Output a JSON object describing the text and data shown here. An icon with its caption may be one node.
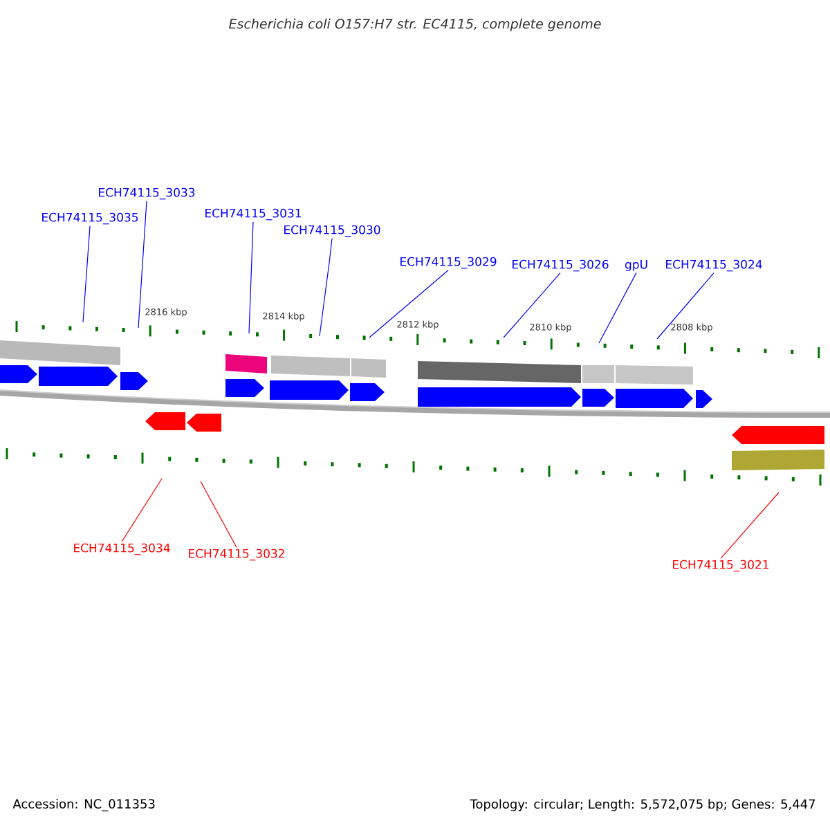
{
  "diagram": {
    "title": "Escherichia coli O157:H7 str. EC4115, complete genome",
    "nodes": [
      {
        "text": [
          "ECH74115_3035"
        ]
      },
      {
        "text": [
          "ECH74115_3033"
        ]
      },
      {
        "text": [
          "ECH74115_3031"
        ]
      },
      {
        "text": [
          "ECH74115_3030"
        ]
      },
      {
        "text": [
          "ECH74115_3029"
        ]
      },
      {
        "text": [
          "ECH74115_3026"
        ]
      },
      {
        "text": [
          "gpU"
        ]
      },
      {
        "text": [
          "ECH74115_3024"
        ]
      },
      {
        "text": [
          "ECH74115_3034"
        ]
      },
      {
        "text": [
          "ECH74115_3032"
        ]
      },
      {
        "text": [
          "ECH74115_3021"
        ]
      }
    ],
    "edges": [
      {
        "from": 0,
        "to": null,
        "arrow": "none"
      },
      {
        "from": 1,
        "to": null,
        "arrow": "none"
      },
      {
        "from": 2,
        "to": null,
        "arrow": "none"
      },
      {
        "from": 3,
        "to": null,
        "arrow": "none"
      },
      {
        "from": 4,
        "to": null,
        "arrow": "none"
      },
      {
        "from": 5,
        "to": null,
        "arrow": "none"
      },
      {
        "from": 6,
        "to": null,
        "arrow": "none"
      },
      {
        "from": 7,
        "to": null,
        "arrow": "none"
      },
      {
        "from": 8,
        "to": null,
        "arrow": "none",
        "color": "#ff0000"
      },
      {
        "from": 9,
        "to": null,
        "arrow": "none",
        "color": "#ff0000"
      },
      {
        "from": 10,
        "to": null,
        "arrow": "none",
        "color": "#ff0000"
      }
    ],
    "labels": [
      "2816 kbp",
      "2814 kbp",
      "2812 kbp",
      "2810 kbp",
      "2808 kbp",
      "Accession: NC_011353",
      "Topology: circular; Length: 5,572,075 bp; Genes: 5,447"
    ]
  }
}
